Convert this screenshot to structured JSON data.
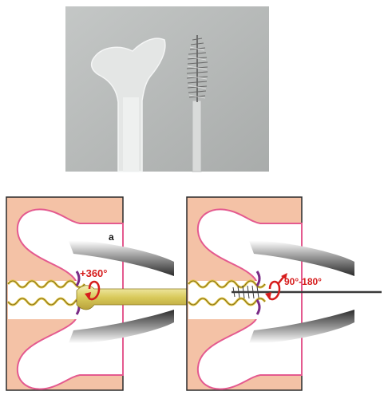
{
  "photo": {
    "items": [
      "spatula-icon",
      "cytobrush-icon"
    ],
    "background": "#b9bcbb"
  },
  "panel_left": {
    "label": "a",
    "rotation": "+360°"
  },
  "panel_right": {
    "rotation": "90°-180°"
  },
  "colors": {
    "tissue": "#f4c2a6",
    "epithelium_outline": "#e45a8f",
    "junction": "#7a2a86",
    "canal_fold": "#e2c53f",
    "instrument_dark": "#3a3a3a",
    "spatula_tip": "#d9d27a",
    "rotation_arrow": "#d61d1d"
  }
}
